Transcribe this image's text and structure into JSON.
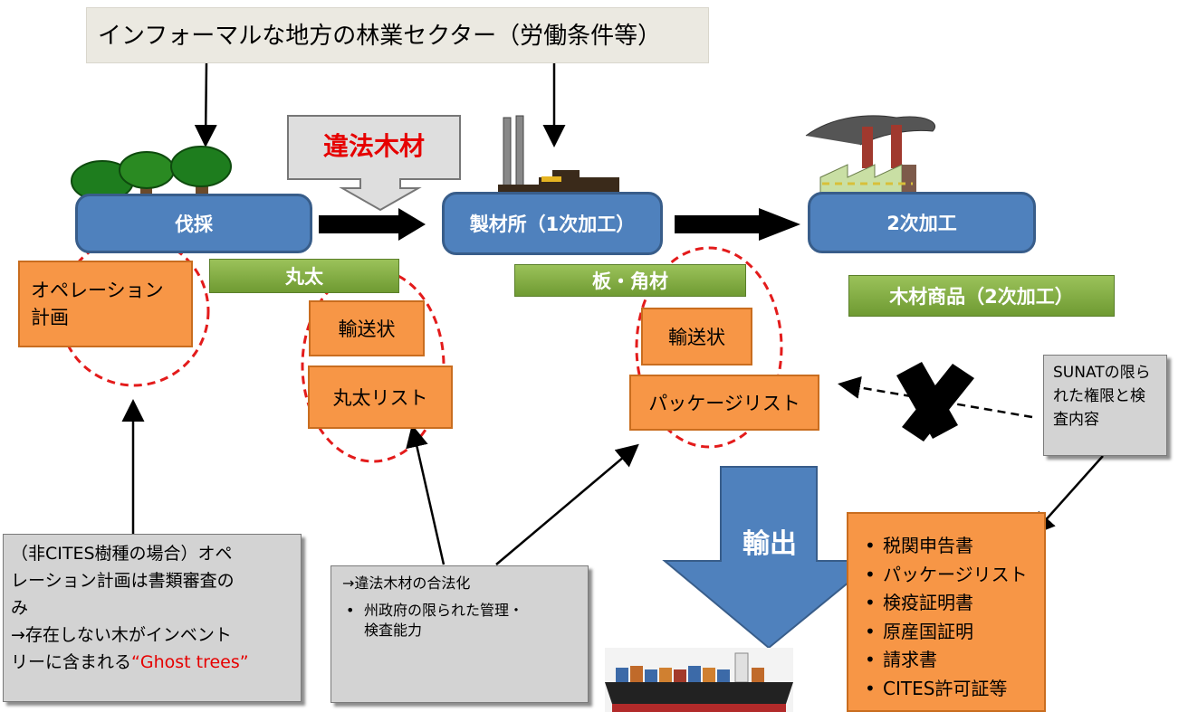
{
  "header": {
    "title": "インフォーマルな地方の林業セクター（労働条件等）"
  },
  "illegal_timber": {
    "label": "違法木材"
  },
  "stages": {
    "harvest": "伐採",
    "sawmill": "製材所（1次加工）",
    "secondary": "2次加工"
  },
  "products": {
    "logs": "丸太",
    "boards": "板・角材",
    "timber_goods": "木材商品（2次加工）"
  },
  "documents": {
    "operation_plan_line1": "オペレーション",
    "operation_plan_line2": "計画",
    "transport_1": "輸送状",
    "log_list": "丸太リスト",
    "transport_2": "輸送状",
    "package_list": "パッケージリスト"
  },
  "sunat_note": {
    "line1": "SUNATの限ら",
    "line2": "れた権限と検",
    "line3": "査内容"
  },
  "export": {
    "label": "輸出"
  },
  "export_docs": [
    "税関申告書",
    "パッケージリスト",
    "検疫証明書",
    "原産国証明",
    "請求書",
    "CITES許可証等"
  ],
  "note_left": {
    "line1": "（非CITES樹種の場合）オペ",
    "line2": "レーション計画は書類審査の",
    "line3": "み",
    "line4": "→存在しない木がインベント",
    "line5_prefix": "リーに含まれる",
    "line5_highlight": "“Ghost trees”"
  },
  "note_center": {
    "title": "→違法木材の合法化",
    "bullet_line1": "州政府の限られた管理・",
    "bullet_line2": "検査能力"
  },
  "colors": {
    "stage_blue": "#4f81bd",
    "product_green": "#77a33a",
    "doc_orange": "#f79646",
    "dashed_red": "#e31b1b",
    "highlight_red": "#e60000"
  }
}
